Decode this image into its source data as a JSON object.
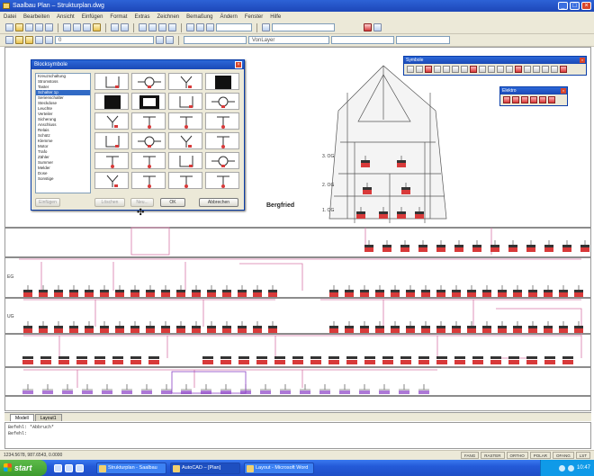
{
  "window": {
    "title": "Saalbau Plan – Strukturplan.dwg",
    "buttons": [
      "_",
      "□",
      "×"
    ]
  },
  "menu": [
    "Datei",
    "Bearbeiten",
    "Ansicht",
    "Einfügen",
    "Format",
    "Extras",
    "Zeichnen",
    "Bemaßung",
    "Ändern",
    "Fenster",
    "Hilfe"
  ],
  "toolbar": {
    "layer_label": "0",
    "linetype_label": "VonLayer"
  },
  "dialog": {
    "title": "Blocksymbole",
    "list_items": [
      "Kreuzschaltung",
      "Stromstoss",
      "Taster",
      "Schalter 1p",
      "Serienschalter",
      "Steckdose",
      "Leuchte",
      "Verteiler",
      "Sicherung",
      "Anschluss",
      "Relais",
      "Schütz",
      "Klemme",
      "Motor",
      "Trafo",
      "Zähler",
      "Summer",
      "Melder",
      "Dose",
      "Sonstige"
    ],
    "selected_index": 3,
    "buttons": {
      "insert": "Einfügen",
      "delete": "Löschen",
      "new": "Neu...",
      "ok": "OK",
      "cancel": "Abbrechen"
    }
  },
  "palettes": {
    "main_title": "Symbole",
    "small_title": "Elektro"
  },
  "drawing": {
    "heading": "Bergfried",
    "levels": [
      "3. OG",
      "2. OG",
      "1. OG",
      "EG",
      "UG"
    ]
  },
  "tabs": [
    "Modell",
    "Layout1"
  ],
  "active_tab": 0,
  "command_lines": [
    "Befehl: *Abbruch*",
    "Befehl:"
  ],
  "status": {
    "coords": "1234.5678, 987.6543, 0.0000",
    "cells": [
      "FANG",
      "RASTER",
      "ORTHO",
      "POLAR",
      "OFANG",
      "LST"
    ]
  },
  "taskbar": {
    "start_label": "start",
    "tasks": [
      "Strukturplan - Saalbau",
      "AutoCAD – [Plan]",
      "Layout - Microsoft Word"
    ],
    "active_task": 1,
    "clock": "10:47"
  },
  "colors": {
    "titlebar": "#1d47b8",
    "symbol_red": "#d83a3a",
    "connector_pink": "#d878a8",
    "highlight_violet": "#8a3fc4"
  }
}
